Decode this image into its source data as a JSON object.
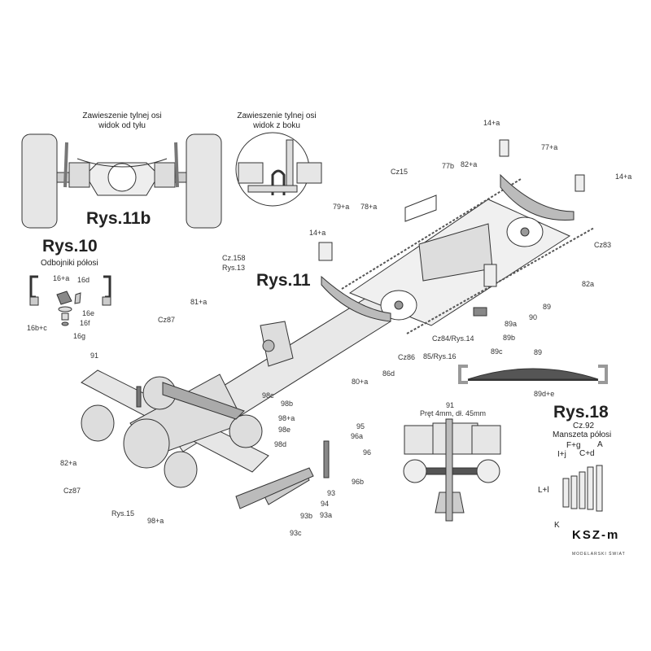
{
  "rear_view": {
    "caption_1": "Zawieszenie tylnej osi",
    "caption_2": "widok od tyłu",
    "title": "Rys.11b"
  },
  "side_view": {
    "caption_1": "Zawieszenie tylnej osi",
    "caption_2": "widok z boku"
  },
  "rys10": {
    "title": "Rys.10",
    "subtitle": "Odbojniki półosi",
    "labels": [
      "16+a",
      "16d",
      "16e",
      "16f",
      "16b+c",
      "16g"
    ]
  },
  "rys11": {
    "title": "Rys.11",
    "labels": {
      "cz158": "Cz.158",
      "rys13": "Rys.13",
      "p81a": "81+a",
      "cz87_top": "Cz87",
      "p14a_left": "14+a",
      "p79a": "79+a",
      "p78a": "78+a",
      "cz15": "Cz15",
      "p77b": "77b",
      "p82a_top": "82+a",
      "p14a_top": "14+a",
      "p77a": "77+a",
      "p14a_right": "14+a",
      "cz83": "Cz83",
      "p82a": "82a",
      "p89": "89",
      "p90": "90",
      "p89a": "89a",
      "p89b": "89b",
      "p89c": "89c",
      "cz84": "Cz84/Rys.14",
      "p85": "85/Rys.16",
      "cz86": "Cz86",
      "p86d": "86d",
      "p80a": "80+a",
      "spring_89": "89",
      "spring_89de": "89d+e",
      "p91": "91",
      "p98c": "98c",
      "p98b": "98b",
      "p98a": "98+a",
      "p98e": "98e",
      "p98d": "98d",
      "p95": "95",
      "p96a": "96a",
      "p96": "96",
      "p96b": "96b",
      "p93": "93",
      "p94": "94",
      "p93a": "93a",
      "p93b": "93b",
      "p93c": "93c",
      "p82a_left": "82+a",
      "cz87_bottom": "Cz87",
      "rys15": "Rys.15",
      "p98a_bottom": "98+a"
    }
  },
  "rod": {
    "label": "91",
    "caption": "Pręt 4mm, dł. 45mm"
  },
  "rys18": {
    "title": "Rys.18",
    "part": "Cz.92",
    "subtitle": "Manszeta półosi",
    "labels": [
      "A",
      "F+g",
      "C+d",
      "I+j",
      "L+l",
      "K"
    ]
  },
  "logo": {
    "text": "KSZ-m",
    "subtitle": "MODELARSKI ŚWIAT"
  },
  "colors": {
    "part_fill": "#e6e6e6",
    "part_dark": "#a8a8a8",
    "outline": "#333333"
  }
}
